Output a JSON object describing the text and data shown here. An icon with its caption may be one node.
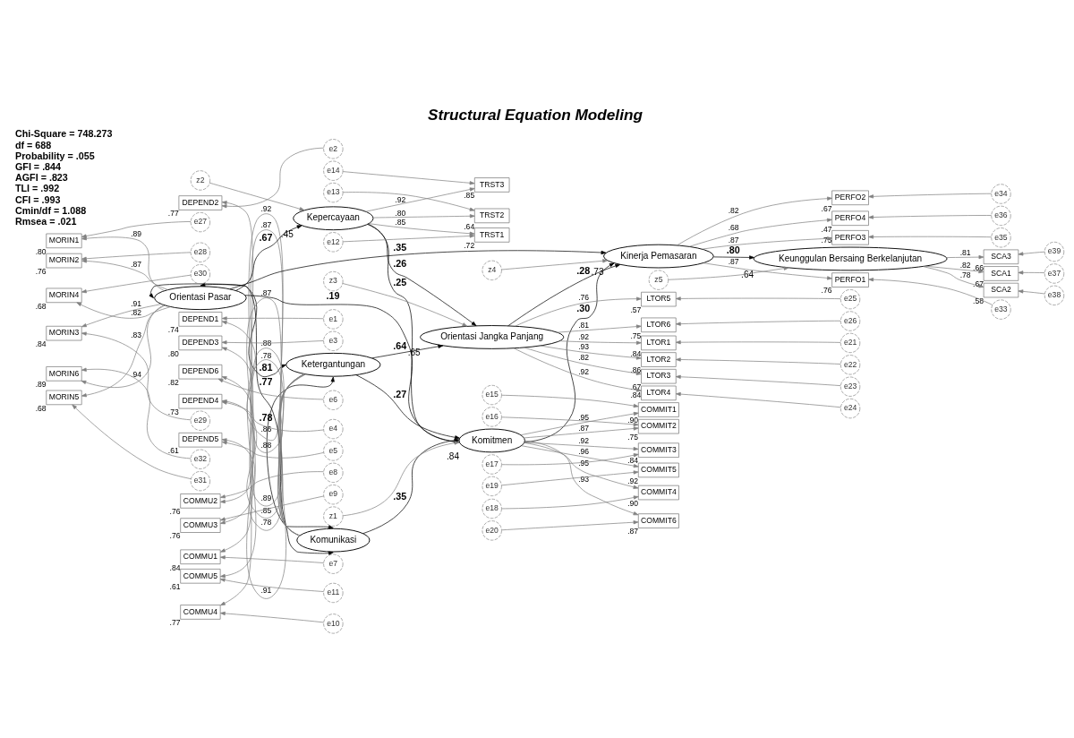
{
  "diagram": {
    "title": "Structural Equation Modeling",
    "nodes": [
      {
        "text": [
          "Ketergantungan"
        ]
      },
      {
        "text": [
          "Komunikasi"
        ]
      },
      {
        "text": [
          "Orientasi Pasar"
        ]
      },
      {
        "text": [
          "Komitmen"
        ],
        "beside": [
          ".84"
        ]
      },
      {
        "text": [
          "Kepercayaan"
        ],
        "beside": [
          ".45"
        ]
      },
      {
        "text": [
          "Orientasi Jangka Panjang"
        ],
        "beside": [
          ".65"
        ]
      },
      {
        "text": [
          "Kinerja Pemasaran"
        ],
        "beside": [
          ".73"
        ]
      },
      {
        "text": [
          "Keunggulan Bersaing Berkelanjutan"
        ],
        "beside": [
          ".64"
        ]
      },
      {
        "text": [
          "DEPEND1"
        ],
        "beside": [
          ".74"
        ]
      },
      {
        "text": [
          "DEPEND2"
        ],
        "beside": [
          ".77"
        ]
      },
      {
        "text": [
          "DEPEND3"
        ],
        "beside": [
          ".80"
        ]
      },
      {
        "text": [
          "DEPEND4"
        ],
        "beside": [
          ".73"
        ]
      },
      {
        "text": [
          "DEPEND5"
        ],
        "beside": [
          ".61"
        ]
      },
      {
        "text": [
          "DEPEND6"
        ],
        "beside": [
          ".82"
        ]
      },
      {
        "text": [
          "COMMU1"
        ],
        "beside": [
          ".84"
        ]
      },
      {
        "text": [
          "COMMU2"
        ],
        "beside": [
          ".76"
        ]
      },
      {
        "text": [
          "COMMU3"
        ],
        "beside": [
          ".76"
        ]
      },
      {
        "text": [
          "COMMU4"
        ],
        "beside": [
          ".77"
        ]
      },
      {
        "text": [
          "COMMU5"
        ],
        "beside": [
          ".61"
        ]
      },
      {
        "text": [
          "MORIN1"
        ],
        "beside": [
          ".80"
        ]
      },
      {
        "text": [
          "MORIN2"
        ],
        "beside": [
          ".76"
        ]
      },
      {
        "text": [
          "MORIN3"
        ],
        "beside": [
          ".84"
        ]
      },
      {
        "text": [
          "MORIN4"
        ],
        "beside": [
          ".68"
        ]
      },
      {
        "text": [
          "MORIN5"
        ],
        "beside": [
          ".68"
        ]
      },
      {
        "text": [
          "MORIN6"
        ],
        "beside": [
          ".89"
        ]
      },
      {
        "text": [
          "COMMIT1"
        ],
        "beside": [
          ".90"
        ]
      },
      {
        "text": [
          "COMMIT2"
        ],
        "beside": [
          ".75"
        ]
      },
      {
        "text": [
          "COMMIT3"
        ],
        "beside": [
          ".84"
        ]
      },
      {
        "text": [
          "COMMIT4"
        ],
        "beside": [
          ".90"
        ]
      },
      {
        "text": [
          "COMMIT5"
        ],
        "beside": [
          ".92"
        ]
      },
      {
        "text": [
          "COMMIT6"
        ],
        "beside": [
          ".87"
        ]
      },
      {
        "text": [
          "TRST1"
        ],
        "beside": [
          ".72"
        ]
      },
      {
        "text": [
          "TRST2"
        ],
        "beside": [
          ".64"
        ]
      },
      {
        "text": [
          "TRST3"
        ],
        "beside": [
          ".85"
        ]
      },
      {
        "text": [
          "LTOR1"
        ],
        "beside": [
          ".84"
        ]
      },
      {
        "text": [
          "LTOR2"
        ],
        "beside": [
          ".86"
        ]
      },
      {
        "text": [
          "LTOR3"
        ],
        "beside": [
          ".67"
        ]
      },
      {
        "text": [
          "LTOR4"
        ],
        "beside": [
          ".84"
        ]
      },
      {
        "text": [
          "LTOR5"
        ],
        "beside": [
          ".57"
        ]
      },
      {
        "text": [
          "LTOR6"
        ],
        "beside": [
          ".75"
        ]
      },
      {
        "text": [
          "PERFO1"
        ],
        "beside": [
          ".76"
        ]
      },
      {
        "text": [
          "PERFO2"
        ],
        "beside": [
          ".67"
        ]
      },
      {
        "text": [
          "PERFO3"
        ],
        "beside": [
          ".75"
        ]
      },
      {
        "text": [
          "PERFO4"
        ],
        "beside": [
          ".47"
        ]
      },
      {
        "text": [
          "SCA1"
        ],
        "beside": [
          ".67"
        ]
      },
      {
        "text": [
          "SCA2"
        ],
        "beside": [
          ".58"
        ]
      },
      {
        "text": [
          "SCA3"
        ],
        "beside": [
          ".66"
        ]
      },
      {
        "text": [
          "e1"
        ]
      },
      {
        "text": [
          "e2"
        ]
      },
      {
        "text": [
          "e3"
        ]
      },
      {
        "text": [
          "e4"
        ]
      },
      {
        "text": [
          "e5"
        ]
      },
      {
        "text": [
          "e6"
        ]
      },
      {
        "text": [
          "e7"
        ]
      },
      {
        "text": [
          "e8"
        ]
      },
      {
        "text": [
          "e9"
        ]
      },
      {
        "text": [
          "e10"
        ]
      },
      {
        "text": [
          "e11"
        ]
      },
      {
        "text": [
          "e12"
        ]
      },
      {
        "text": [
          "e13"
        ]
      },
      {
        "text": [
          "e14"
        ]
      },
      {
        "text": [
          "e15"
        ]
      },
      {
        "text": [
          "e16"
        ]
      },
      {
        "text": [
          "e17"
        ]
      },
      {
        "text": [
          "e18"
        ]
      },
      {
        "text": [
          "e19"
        ]
      },
      {
        "text": [
          "e20"
        ]
      },
      {
        "text": [
          "e21"
        ]
      },
      {
        "text": [
          "e22"
        ]
      },
      {
        "text": [
          "e23"
        ]
      },
      {
        "text": [
          "e24"
        ]
      },
      {
        "text": [
          "e25"
        ]
      },
      {
        "text": [
          "e26"
        ]
      },
      {
        "text": [
          "e27"
        ]
      },
      {
        "text": [
          "e28"
        ]
      },
      {
        "text": [
          "e29"
        ]
      },
      {
        "text": [
          "e30"
        ]
      },
      {
        "text": [
          "e31"
        ]
      },
      {
        "text": [
          "e32"
        ]
      },
      {
        "text": [
          "e33"
        ]
      },
      {
        "text": [
          "e34"
        ]
      },
      {
        "text": [
          "e35"
        ]
      },
      {
        "text": [
          "e36"
        ]
      },
      {
        "text": [
          "e37"
        ]
      },
      {
        "text": [
          "e38"
        ]
      },
      {
        "text": [
          "e39"
        ]
      },
      {
        "text": [
          "z1"
        ]
      },
      {
        "text": [
          "z2"
        ]
      },
      {
        "text": [
          "z3"
        ]
      },
      {
        "text": [
          "z4"
        ]
      },
      {
        "text": [
          "z5"
        ]
      }
    ],
    "edges": [
      {
        "from": 0,
        "to": 5,
        "arrow": "to",
        "label": ".64",
        "color": "#000000"
      },
      {
        "from": 0,
        "to": 3,
        "arrow": "to",
        "label": ".27",
        "color": "#000000"
      },
      {
        "from": 1,
        "to": 3,
        "arrow": "to",
        "label": ".35",
        "color": "#000000"
      },
      {
        "from": 2,
        "to": 3,
        "arrow": "to",
        "label": ".19",
        "color": "#000000"
      },
      {
        "from": 2,
        "to": 4,
        "arrow": "to",
        "label": ".67",
        "color": "#000000"
      },
      {
        "from": 4,
        "to": 3,
        "arrow": "to",
        "label": ".25",
        "color": "#000000"
      },
      {
        "from": 4,
        "to": 5,
        "arrow": "to",
        "label": ".26",
        "color": "#000000"
      },
      {
        "from": 3,
        "to": 6,
        "arrow": "to",
        "label": ".30",
        "color": "#000000"
      },
      {
        "from": 2,
        "to": 6,
        "arrow": "to",
        "label": ".35",
        "color": "#000000"
      },
      {
        "from": 5,
        "to": 6,
        "arrow": "to",
        "label": ".28",
        "color": "#000000"
      },
      {
        "from": 6,
        "to": 7,
        "arrow": "to",
        "label": ".80",
        "color": "#000000"
      },
      {
        "from": 0,
        "to": 1,
        "arrow": "both",
        "label": ".78",
        "color": "#000000"
      },
      {
        "from": 0,
        "to": 2,
        "arrow": "both",
        "label": ".81",
        "color": "#000000"
      },
      {
        "from": 1,
        "to": 2,
        "arrow": "both",
        "label": ".77",
        "color": "#000000"
      },
      {
        "from": 0,
        "to": 8,
        "arrow": "to",
        "label": ".86"
      },
      {
        "from": 0,
        "to": 9,
        "arrow": "to",
        "label": ".88"
      },
      {
        "from": 0,
        "to": 10,
        "arrow": "to",
        "label": ".89"
      },
      {
        "from": 0,
        "to": 11,
        "arrow": "to",
        "label": ".85"
      },
      {
        "from": 0,
        "to": 12,
        "arrow": "to",
        "label": ".78"
      },
      {
        "from": 0,
        "to": 13,
        "arrow": "to",
        "label": ".91"
      },
      {
        "from": 1,
        "to": 14,
        "arrow": "to",
        "label": ".92"
      },
      {
        "from": 1,
        "to": 15,
        "arrow": "to",
        "label": ".87"
      },
      {
        "from": 1,
        "to": 16,
        "arrow": "to",
        "label": ".87"
      },
      {
        "from": 1,
        "to": 17,
        "arrow": "to",
        "label": ".88"
      },
      {
        "from": 1,
        "to": 18,
        "arrow": "to",
        "label": ".78"
      },
      {
        "from": 2,
        "to": 19,
        "arrow": "to",
        "label": ".89"
      },
      {
        "from": 2,
        "to": 20,
        "arrow": "to",
        "label": ".87"
      },
      {
        "from": 2,
        "to": 21,
        "arrow": "to",
        "label": ".91"
      },
      {
        "from": 2,
        "to": 22,
        "arrow": "to",
        "label": ".82"
      },
      {
        "from": 2,
        "to": 23,
        "arrow": "to",
        "label": ".83"
      },
      {
        "from": 2,
        "to": 24,
        "arrow": "to",
        "label": ".94"
      },
      {
        "from": 3,
        "to": 25,
        "arrow": "to",
        "label": ".95"
      },
      {
        "from": 3,
        "to": 26,
        "arrow": "to",
        "label": ".87"
      },
      {
        "from": 3,
        "to": 27,
        "arrow": "to",
        "label": ".92"
      },
      {
        "from": 3,
        "to": 28,
        "arrow": "to",
        "label": ".95"
      },
      {
        "from": 3,
        "to": 29,
        "arrow": "to",
        "label": ".96"
      },
      {
        "from": 3,
        "to": 30,
        "arrow": "to",
        "label": ".93"
      },
      {
        "from": 4,
        "to": 31,
        "arrow": "to",
        "label": ".85"
      },
      {
        "from": 4,
        "to": 32,
        "arrow": "to",
        "label": ".80"
      },
      {
        "from": 4,
        "to": 33,
        "arrow": "to",
        "label": ".92"
      },
      {
        "from": 5,
        "to": 34,
        "arrow": "to",
        "label": ".92"
      },
      {
        "from": 5,
        "to": 35,
        "arrow": "to",
        "label": ".93"
      },
      {
        "from": 5,
        "to": 36,
        "arrow": "to",
        "label": ".82"
      },
      {
        "from": 5,
        "to": 37,
        "arrow": "to",
        "label": ".92"
      },
      {
        "from": 5,
        "to": 38,
        "arrow": "to",
        "label": ".76"
      },
      {
        "from": 5,
        "to": 39,
        "arrow": "to",
        "label": ".81"
      },
      {
        "from": 6,
        "to": 40,
        "arrow": "to",
        "label": ".87"
      },
      {
        "from": 6,
        "to": 41,
        "arrow": "to",
        "label": ".82"
      },
      {
        "from": 6,
        "to": 42,
        "arrow": "to",
        "label": ".87"
      },
      {
        "from": 6,
        "to": 43,
        "arrow": "to",
        "label": ".68"
      },
      {
        "from": 7,
        "to": 44,
        "arrow": "to",
        "label": ".82"
      },
      {
        "from": 7,
        "to": 45,
        "arrow": "to",
        "label": ".78"
      },
      {
        "from": 7,
        "to": 46,
        "arrow": "to",
        "label": ".81"
      },
      {
        "from": 47,
        "to": 8,
        "arrow": "to"
      },
      {
        "from": 48,
        "to": 9,
        "arrow": "to"
      },
      {
        "from": 49,
        "to": 10,
        "arrow": "to"
      },
      {
        "from": 50,
        "to": 11,
        "arrow": "to"
      },
      {
        "from": 51,
        "to": 12,
        "arrow": "to"
      },
      {
        "from": 52,
        "to": 13,
        "arrow": "to"
      },
      {
        "from": 53,
        "to": 14,
        "arrow": "to"
      },
      {
        "from": 54,
        "to": 15,
        "arrow": "to"
      },
      {
        "from": 55,
        "to": 16,
        "arrow": "to"
      },
      {
        "from": 56,
        "to": 17,
        "arrow": "to"
      },
      {
        "from": 57,
        "to": 18,
        "arrow": "to"
      },
      {
        "from": 58,
        "to": 31,
        "arrow": "to"
      },
      {
        "from": 59,
        "to": 32,
        "arrow": "to"
      },
      {
        "from": 60,
        "to": 33,
        "arrow": "to"
      },
      {
        "from": 61,
        "to": 25,
        "arrow": "to"
      },
      {
        "from": 62,
        "to": 26,
        "arrow": "to"
      },
      {
        "from": 63,
        "to": 27,
        "arrow": "to"
      },
      {
        "from": 64,
        "to": 28,
        "arrow": "to"
      },
      {
        "from": 65,
        "to": 29,
        "arrow": "to"
      },
      {
        "from": 66,
        "to": 30,
        "arrow": "to"
      },
      {
        "from": 67,
        "to": 34,
        "arrow": "to"
      },
      {
        "from": 68,
        "to": 35,
        "arrow": "to"
      },
      {
        "from": 69,
        "to": 36,
        "arrow": "to"
      },
      {
        "from": 70,
        "to": 37,
        "arrow": "to"
      },
      {
        "from": 71,
        "to": 38,
        "arrow": "to"
      },
      {
        "from": 72,
        "to": 39,
        "arrow": "to"
      },
      {
        "from": 73,
        "to": 19,
        "arrow": "to"
      },
      {
        "from": 74,
        "to": 20,
        "arrow": "to"
      },
      {
        "from": 75,
        "to": 21,
        "arrow": "to"
      },
      {
        "from": 76,
        "to": 22,
        "arrow": "to"
      },
      {
        "from": 77,
        "to": 23,
        "arrow": "to"
      },
      {
        "from": 78,
        "to": 24,
        "arrow": "to"
      },
      {
        "from": 79,
        "to": 40,
        "arrow": "to"
      },
      {
        "from": 80,
        "to": 41,
        "arrow": "to"
      },
      {
        "from": 81,
        "to": 42,
        "arrow": "to"
      },
      {
        "from": 82,
        "to": 43,
        "arrow": "to"
      },
      {
        "from": 83,
        "to": 44,
        "arrow": "to"
      },
      {
        "from": 84,
        "to": 45,
        "arrow": "to"
      },
      {
        "from": 85,
        "to": 46,
        "arrow": "to"
      },
      {
        "from": 86,
        "to": 3,
        "arrow": "to"
      },
      {
        "from": 87,
        "to": 4,
        "arrow": "to"
      },
      {
        "from": 88,
        "to": 5,
        "arrow": "to"
      },
      {
        "from": 89,
        "to": 6,
        "arrow": "to"
      },
      {
        "from": 90,
        "to": 7,
        "arrow": "to"
      }
    ],
    "labels": [
      "Chi-Square = 748.273",
      "df = 688",
      "Probability = .055",
      "GFI = .844",
      "AGFI = .823",
      "TLI = .992",
      "CFI = .993",
      "Cmin/df = 1.088",
      "Rmsea = .021"
    ]
  }
}
